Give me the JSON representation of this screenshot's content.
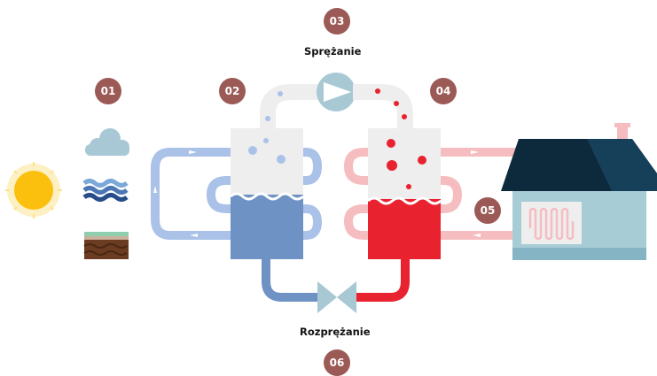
{
  "steps": [
    {
      "number": "01"
    },
    {
      "number": "02"
    },
    {
      "number": "03"
    },
    {
      "number": "04"
    },
    {
      "number": "05"
    },
    {
      "number": "06"
    }
  ],
  "labels": {
    "compression": "Sprężanie",
    "expansion": "Rozprężanie"
  },
  "colors": {
    "badge": "#9b5a55",
    "cold_pipe": "#aac1e8",
    "cold_liquid": "#6f92c4",
    "hot_pipe": "#f6bdc0",
    "hot_liquid": "#e8232f",
    "sun": "#fbbf0e",
    "compressor": "#a8c8d4",
    "house_wall": "#a8ccd6",
    "roof": "#0d2a3c"
  }
}
